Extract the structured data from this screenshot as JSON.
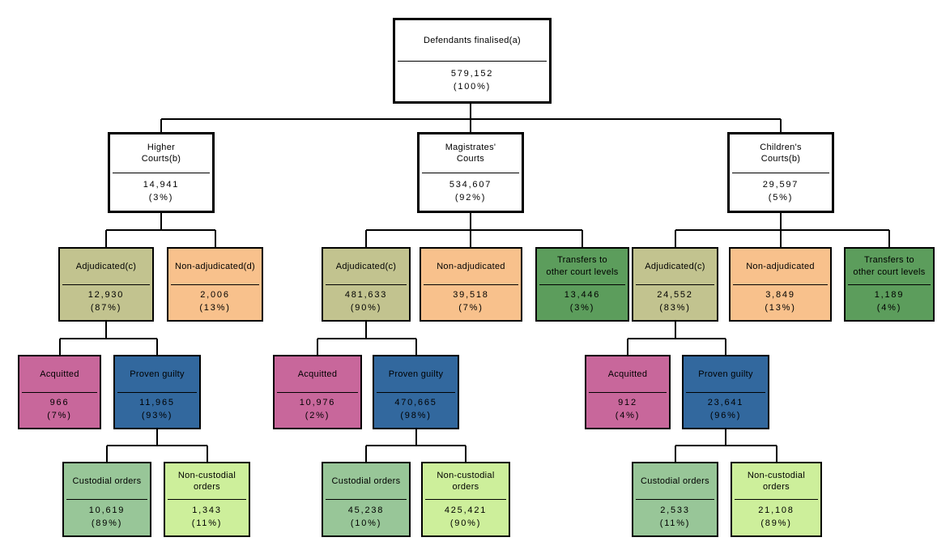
{
  "colors": {
    "court_level": "#FFFFFF",
    "adjudicated": "#C2C38F",
    "non_adjudicated": "#F8C18C",
    "transfers": "#5C9D5C",
    "acquitted": "#C8679B",
    "proven_guilty": "#32689E",
    "custodial": "#98C698",
    "non_custodial": "#CDEF9B",
    "border": "#000000",
    "line": "#000000"
  },
  "nodes": {
    "root": {
      "label": "Defendants finalised(a)",
      "value": "579,152",
      "pct": "(100%)"
    },
    "higher": {
      "label": "Higher\nCourts(b)",
      "value": "14,941",
      "pct": "(3%)"
    },
    "magistrates": {
      "label": "Magistrates'\nCourts",
      "value": "534,607",
      "pct": "(92%)"
    },
    "childrens": {
      "label": "Children's\nCourts(b)",
      "value": "29,597",
      "pct": "(5%)"
    },
    "higher_adjudicated": {
      "label": "Adjudicated(c)",
      "value": "12,930",
      "pct": "(87%)"
    },
    "higher_nonadjudicated": {
      "label": "Non-adjudicated(d)",
      "value": "2,006",
      "pct": "(13%)"
    },
    "mag_adjudicated": {
      "label": "Adjudicated(c)",
      "value": "481,633",
      "pct": "(90%)"
    },
    "mag_nonadjudicated": {
      "label": "Non-adjudicated",
      "value": "39,518",
      "pct": "(7%)"
    },
    "mag_transfers": {
      "label": "Transfers to\nother court levels",
      "value": "13,446",
      "pct": "(3%)"
    },
    "child_adjudicated": {
      "label": "Adjudicated(c)",
      "value": "24,552",
      "pct": "(83%)"
    },
    "child_nonadjudicated": {
      "label": "Non-adjudicated",
      "value": "3,849",
      "pct": "(13%)"
    },
    "child_transfers": {
      "label": "Transfers to\nother court levels",
      "value": "1,189",
      "pct": "(4%)"
    },
    "higher_acquitted": {
      "label": "Acquitted",
      "value": "966",
      "pct": "(7%)"
    },
    "higher_proven": {
      "label": "Proven guilty",
      "value": "11,965",
      "pct": "(93%)"
    },
    "mag_acquitted": {
      "label": "Acquitted",
      "value": "10,976",
      "pct": "(2%)"
    },
    "mag_proven": {
      "label": "Proven guilty",
      "value": "470,665",
      "pct": "(98%)"
    },
    "child_acquitted": {
      "label": "Acquitted",
      "value": "912",
      "pct": "(4%)"
    },
    "child_proven": {
      "label": "Proven guilty",
      "value": "23,641",
      "pct": "(96%)"
    },
    "higher_custodial": {
      "label": "Custodial orders",
      "value": "10,619",
      "pct": "(89%)"
    },
    "higher_noncustodial": {
      "label": "Non-custodial\norders",
      "value": "1,343",
      "pct": "(11%)"
    },
    "mag_custodial": {
      "label": "Custodial orders",
      "value": "45,238",
      "pct": "(10%)"
    },
    "mag_noncustodial": {
      "label": "Non-custodial\norders",
      "value": "425,421",
      "pct": "(90%)"
    },
    "child_custodial": {
      "label": "Custodial orders",
      "value": "2,533",
      "pct": "(11%)"
    },
    "child_noncustodial": {
      "label": "Non-custodial\norders",
      "value": "21,108",
      "pct": "(89%)"
    }
  }
}
